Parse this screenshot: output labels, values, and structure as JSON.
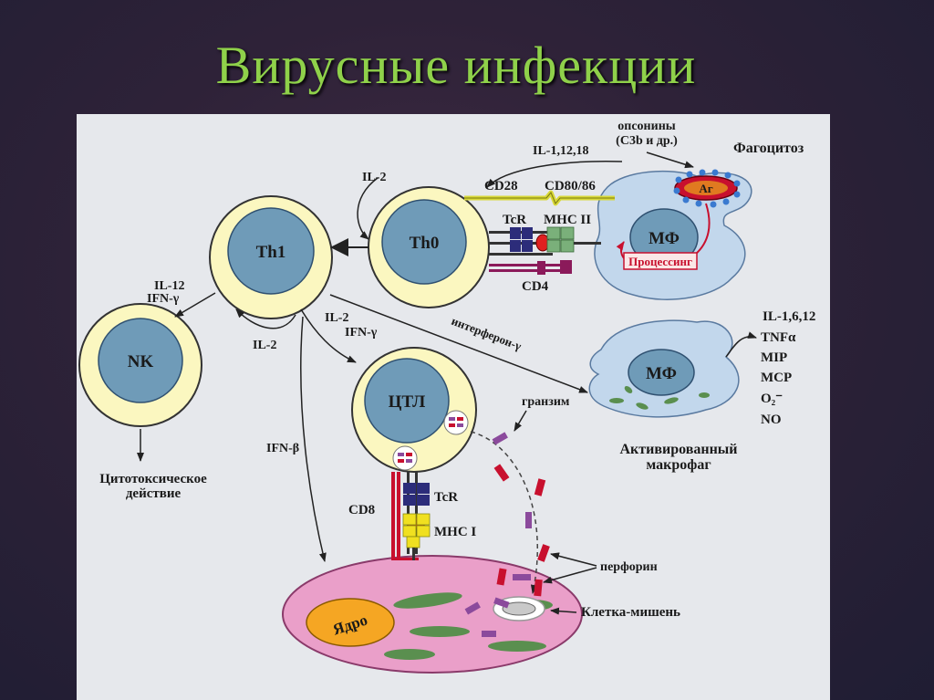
{
  "title": "Вирусные инфекции",
  "labels": {
    "opsonins_1": "опсонины",
    "opsonins_2": "(C3b и др.)",
    "phagocytosis": "Фагоцитоз",
    "il_1_12_18": "IL-1,12,18",
    "il_2_top": "IL-2",
    "cd28": "CD28",
    "cd80_86": "CD80/86",
    "tcr_top": "TcR",
    "mhc_ii": "MHC II",
    "cd4": "CD4",
    "ag": "Аг",
    "mf_top": "МФ",
    "processing": "Процессинг",
    "th1": "Th1",
    "th0": "Th0",
    "il_12": "IL-12",
    "ifn_gamma_left": "IFN-γ",
    "nk": "NK",
    "il_2_lower": "IL-2",
    "il_2_mid": "IL-2",
    "ifn_gamma_mid": "IFN-γ",
    "interferon_gamma": "интерферон-γ",
    "mf_activated": "МФ",
    "activated_1": "Активированный",
    "activated_2": "макрофаг",
    "cyto_1": "Цитотоксическое",
    "cyto_2": "действие",
    "ifn_beta": "IFN-β",
    "ctl": "ЦТЛ",
    "granzyme": "гранзим",
    "cd8": "CD8",
    "tcr_bottom": "TcR",
    "mhc_i": "MHC I",
    "perforin": "перфорин",
    "target_cell": "Клетка-мишень",
    "nucleus": "Ядро"
  },
  "cytokines": [
    "IL-1,6,12",
    "TNFα",
    "MIP",
    "MCP",
    "O₂⁻",
    "NO"
  ],
  "colors": {
    "title": "#8fd14a",
    "cell_ring": "#fbf7c0",
    "cell_nucleus": "#6f9bb8",
    "macrophage": "#c2d7ec",
    "target_cell": "#ea9fc9",
    "nucleus_target": "#f5a623",
    "granzyme": "#8b4a9c",
    "perforin": "#c8102e"
  }
}
